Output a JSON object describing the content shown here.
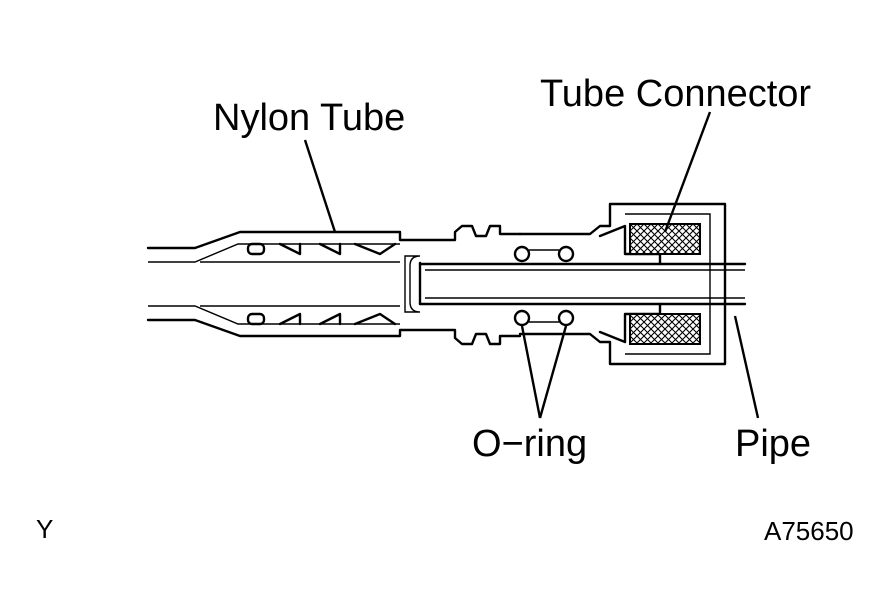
{
  "labels": {
    "nylon_tube": "Nylon Tube",
    "tube_connector": "Tube Connector",
    "o_ring": "O−ring",
    "pipe": "Pipe",
    "corner_mark": "Y",
    "figure_code": "A75650"
  },
  "colors": {
    "line": "#000000",
    "background": "#ffffff"
  }
}
